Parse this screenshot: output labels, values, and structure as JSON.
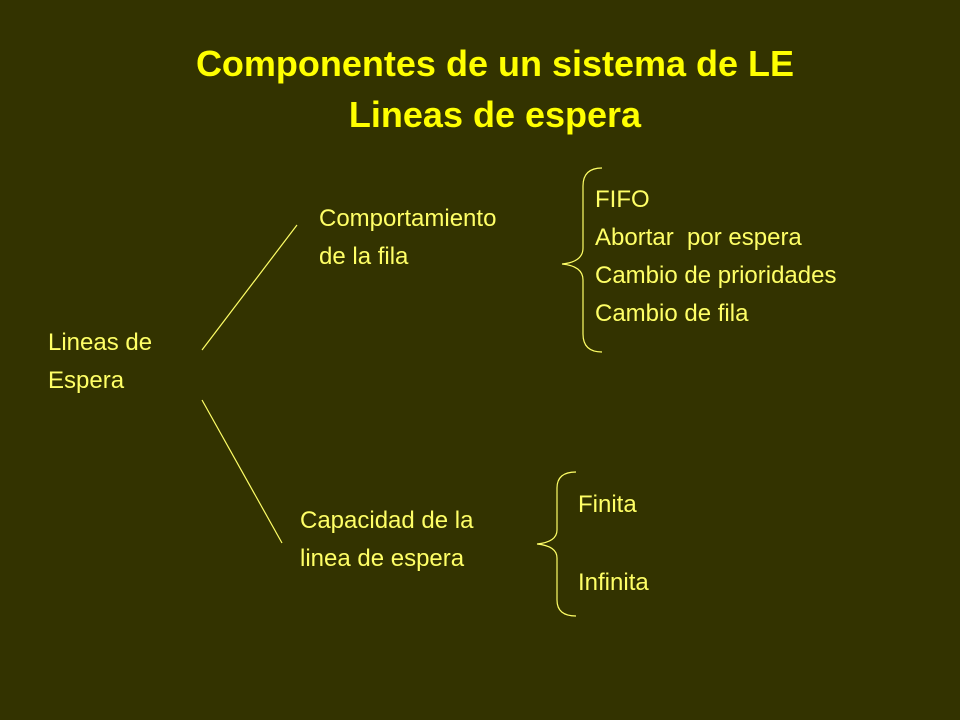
{
  "title": {
    "line1": "Componentes de un sistema de LE",
    "line2": "Lineas de espera"
  },
  "diagram": {
    "root": {
      "lines": [
        "Lineas de",
        "Espera"
      ]
    },
    "branches": [
      {
        "lines": [
          "Comportamiento",
          "de la fila"
        ],
        "items": [
          "FIFO",
          "Abortar  por espera",
          "Cambio de prioridades",
          "Cambio de fila"
        ]
      },
      {
        "lines": [
          "Capacidad de la",
          "linea de espera"
        ],
        "items": [
          "Finita",
          "Infinita"
        ]
      }
    ]
  },
  "colors": {
    "background": "#333300",
    "title": "#ffff00",
    "text": "#ffff66",
    "lines": "#ffff66"
  }
}
